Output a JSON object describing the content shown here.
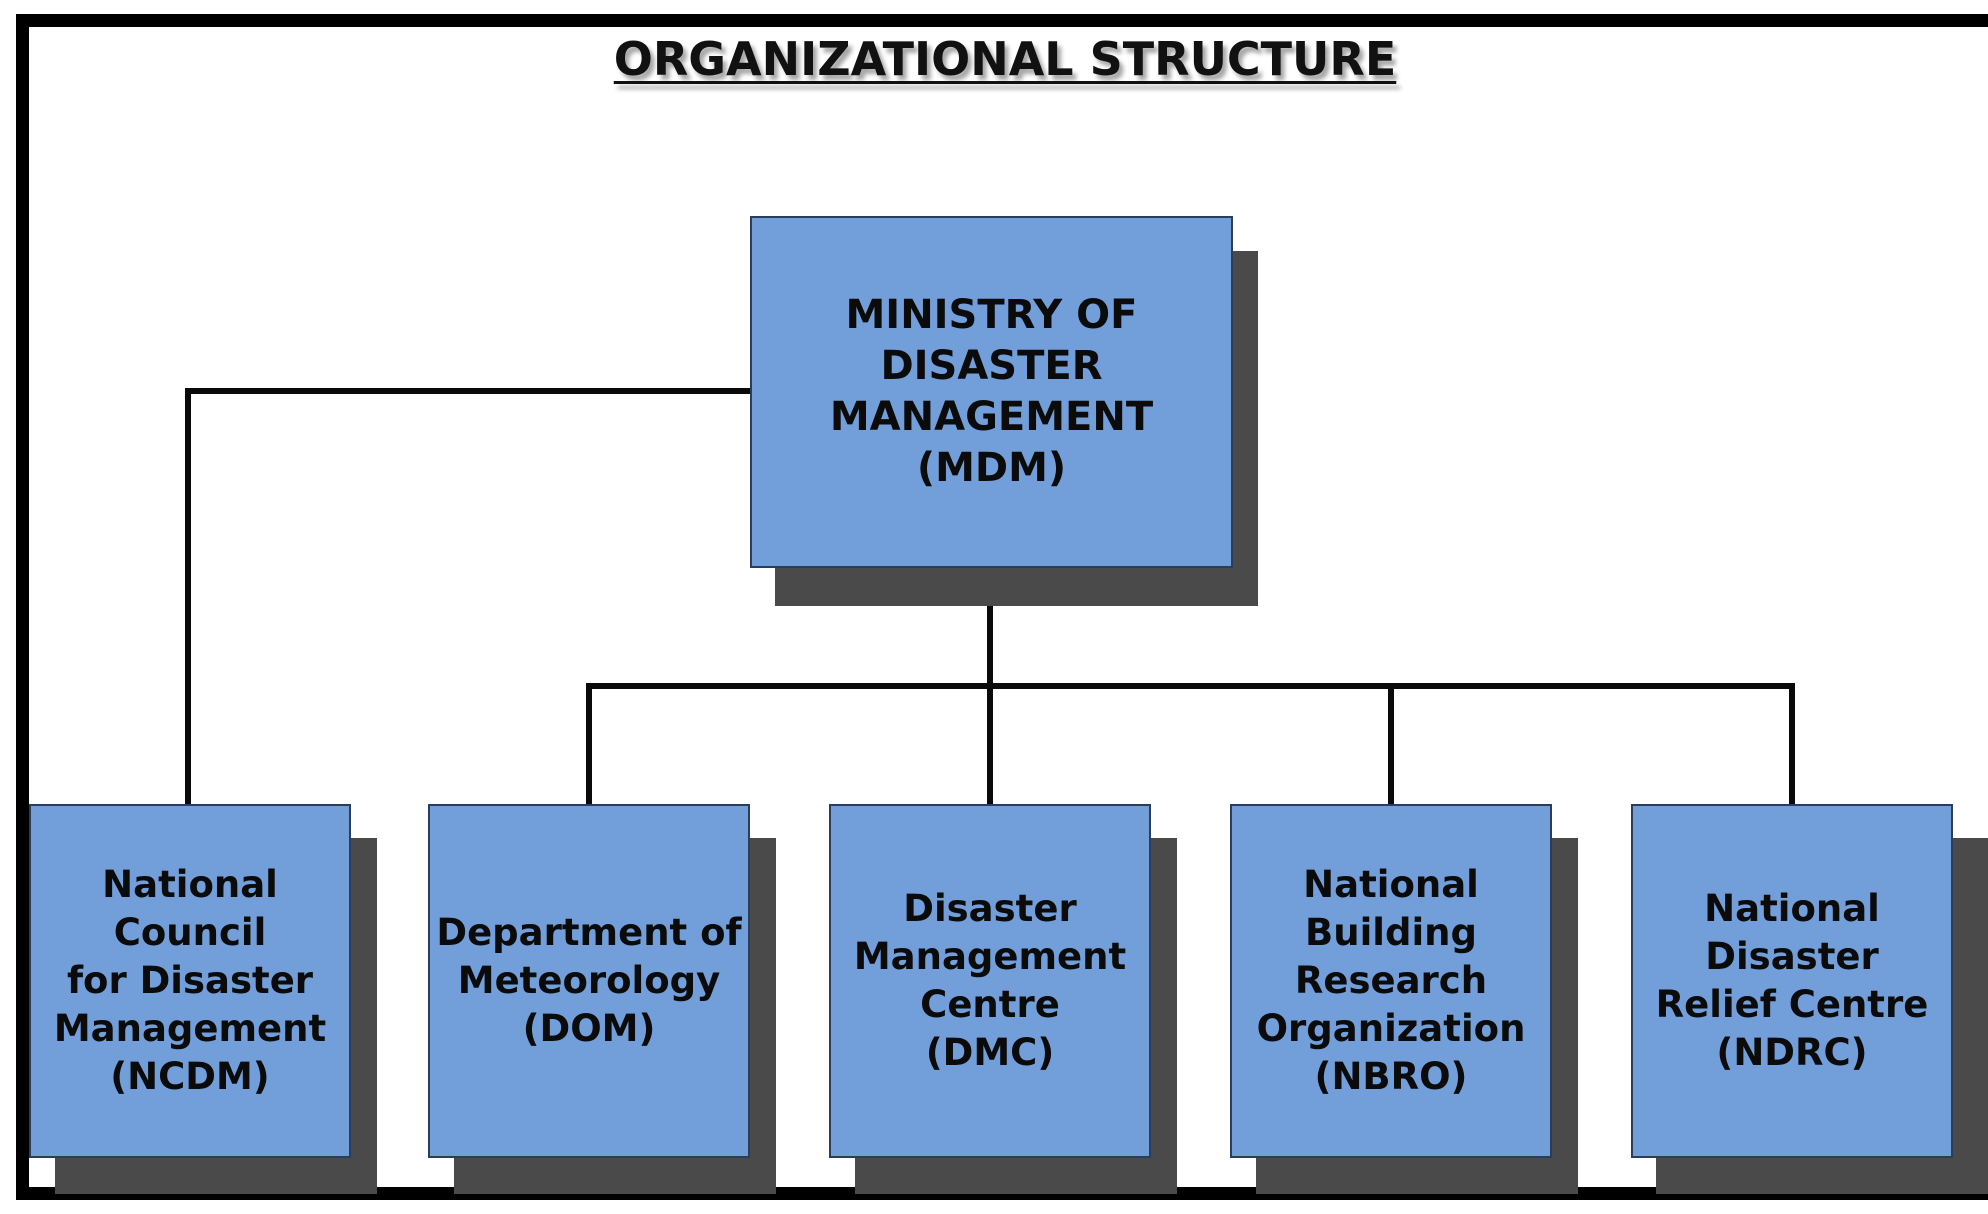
{
  "title": "ORGANIZATIONAL STRUCTURE",
  "colors": {
    "box_fill": "#729fda",
    "box_shadow": "#4a4a4a",
    "connector": "#0a0a0a",
    "frame": "#000000"
  },
  "root": {
    "label": "MINISTRY OF DISASTER\nMANAGEMENT\n(MDM)"
  },
  "children": [
    {
      "label": "National Council\nfor Disaster\nManagement\n(NCDM)"
    },
    {
      "label": "Department of\nMeteorology\n(DOM)"
    },
    {
      "label": "Disaster\nManagement\nCentre\n(DMC)"
    },
    {
      "label": "National Building\nResearch\nOrganization\n(NBRO)"
    },
    {
      "label": "National Disaster\nRelief Centre\n(NDRC)"
    }
  ]
}
